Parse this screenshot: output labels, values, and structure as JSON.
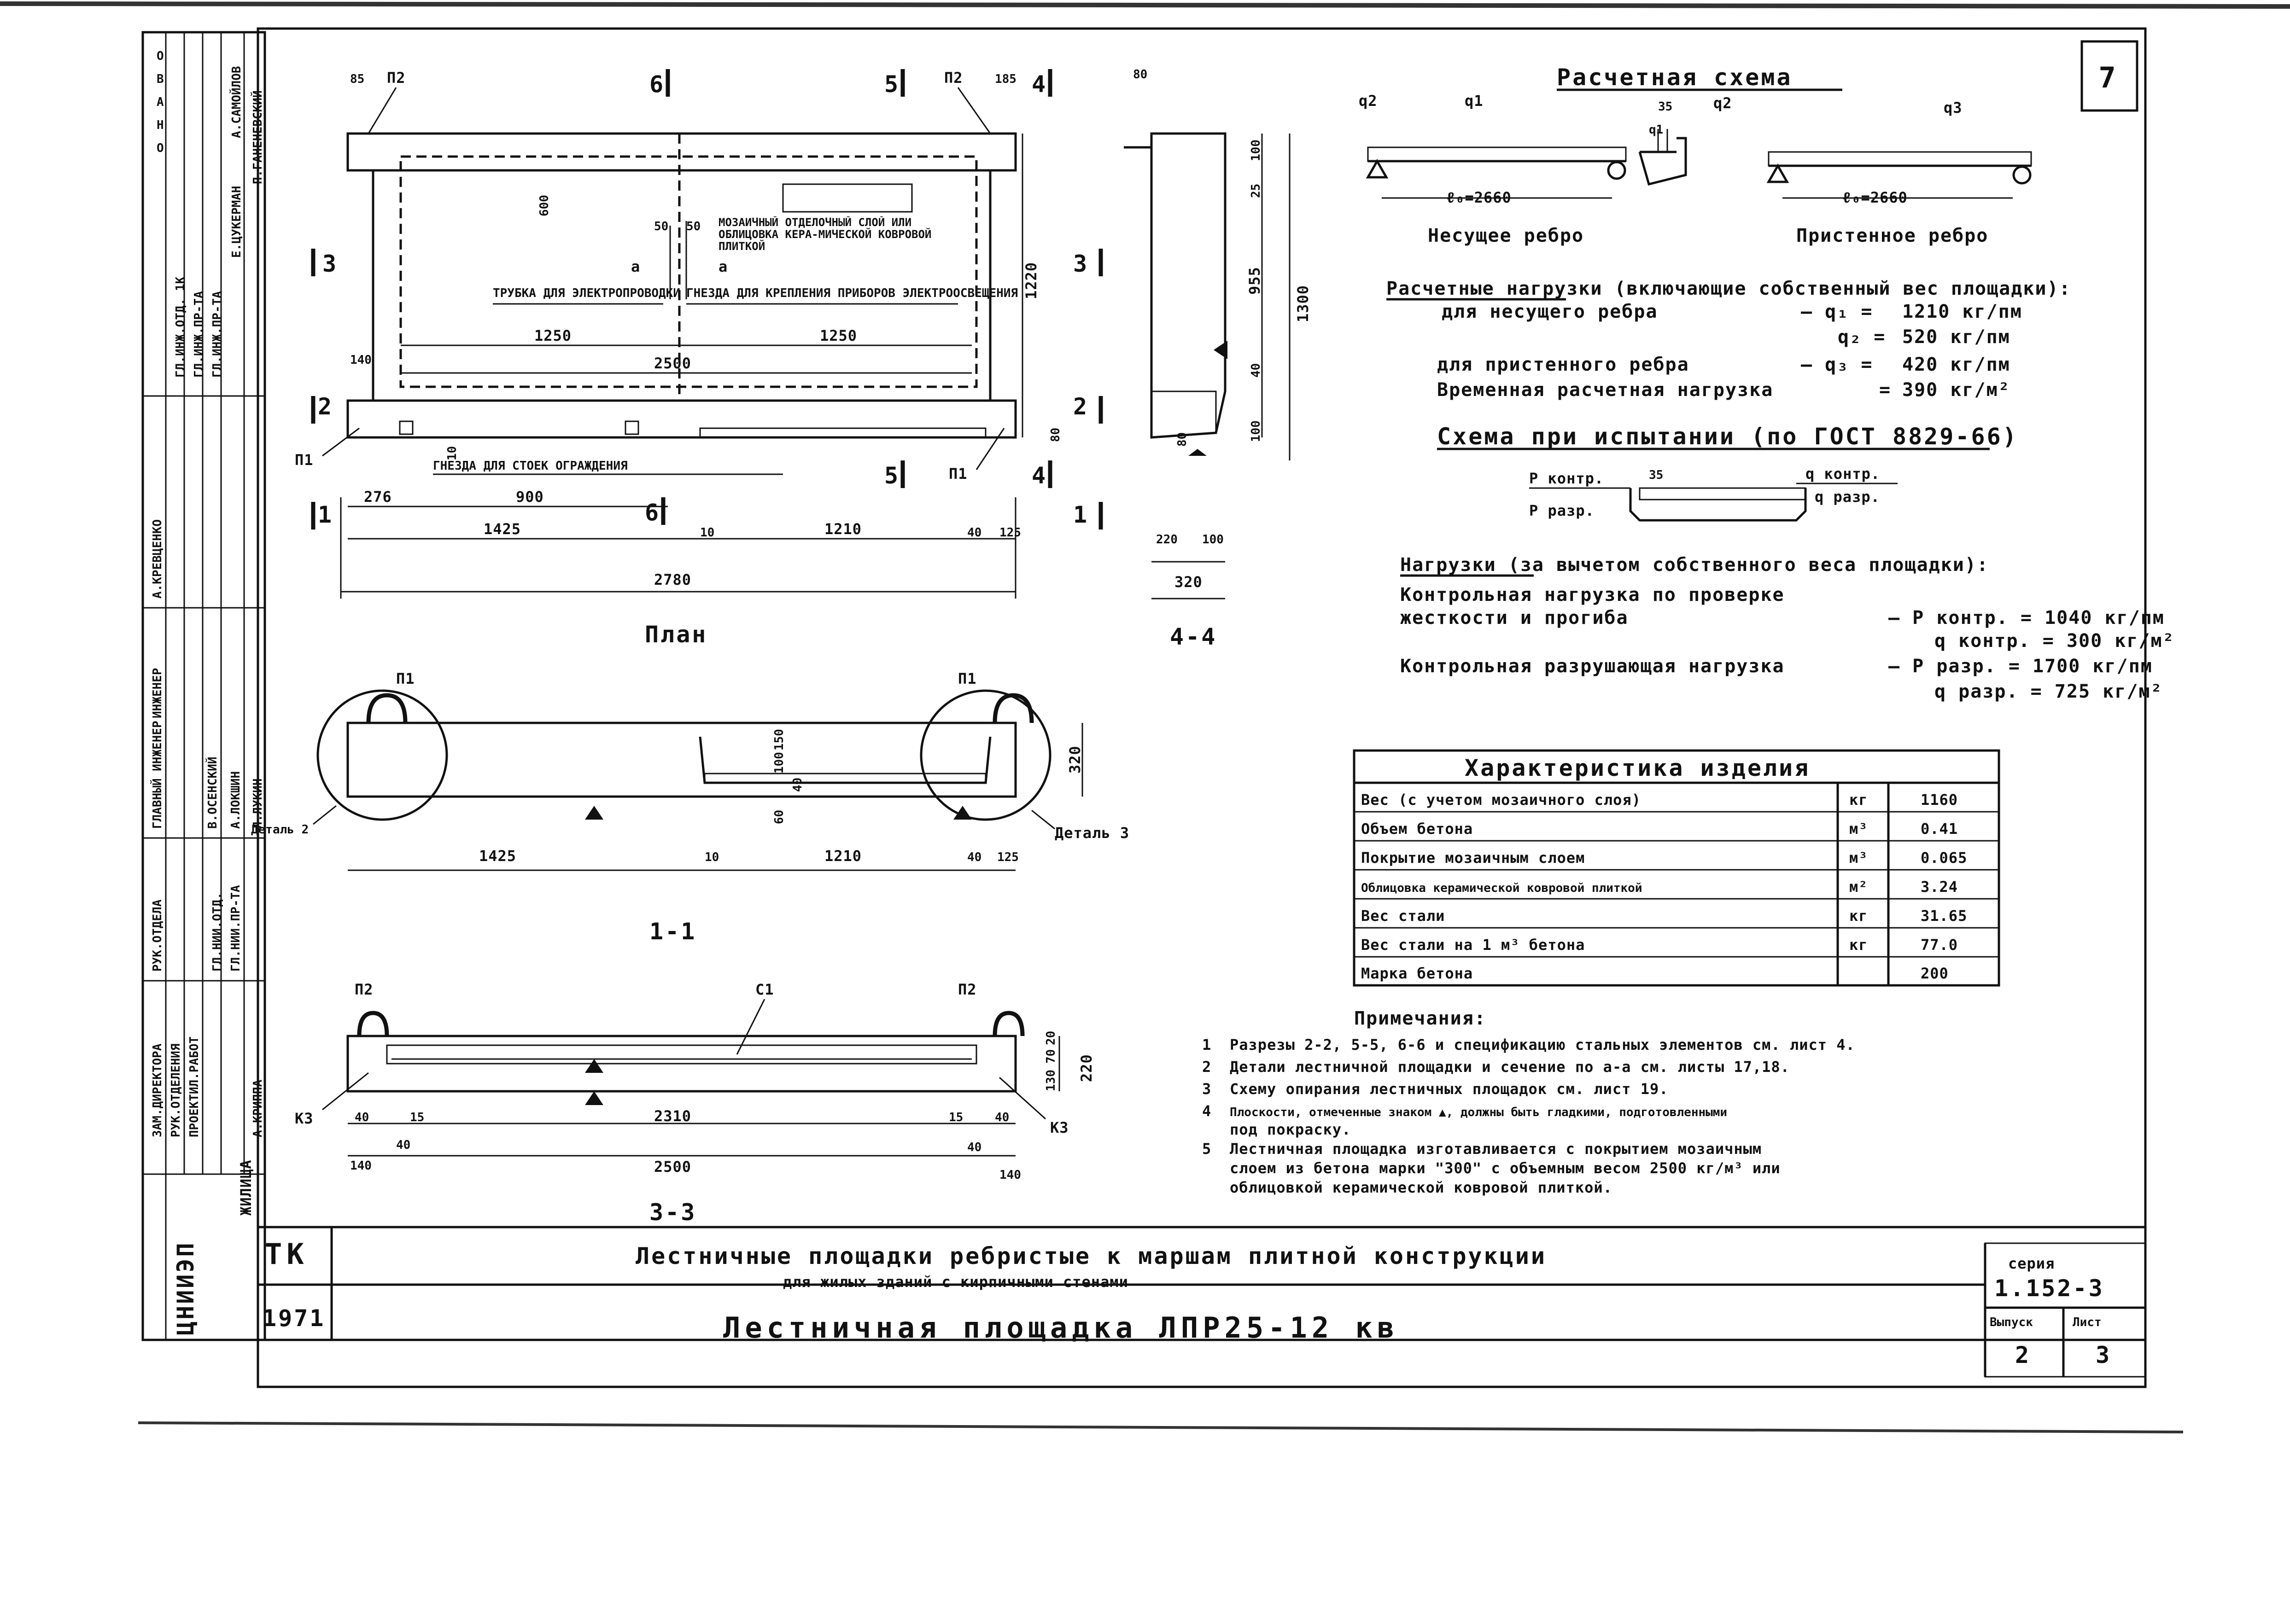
{
  "sheet_number": "7",
  "stamp": {
    "org": "ЦНИИЭП",
    "org_sub": "ЖИЛИЩА",
    "roles": [
      "ЗАМ.ДИРЕКТОРА",
      "РУК.ОТДЕЛЕНИЯ",
      "ПРОЕКТИЛ.РАБОТ",
      "РУК.ОТДЕЛА",
      "ГЛАВНЫЙ ИНЖЕНЕР",
      "ИНЖЕНЕР"
    ],
    "people": [
      "А.САМОЙЛОВ",
      "Е.ЦУКЕРМАН",
      "П.ГАНЕНЕВСКИЙ",
      "А.КРЕВЦЕНКО",
      "В.ОСЕНСКИЙ",
      "А.ЛОКШИН",
      "Л.ЛУКИН",
      "А.КРИППА"
    ],
    "headers": [
      "О",
      "В",
      "А",
      "Н",
      "О"
    ],
    "code_list": [
      "ГЛ.ИНЖ.ОТД. 1К",
      "ГЛ.ИНЖ.ПР-ТА",
      "ГЛ.ИНЖ.ПР-ТА",
      "ГЛ.НИИ.ОТД.",
      "ГЛ.НИИ.ПР-ТА"
    ]
  },
  "plan": {
    "caption": "План",
    "cut_labels": [
      "6",
      "5",
      "4",
      "3",
      "3",
      "2",
      "2",
      "1",
      "1",
      "5",
      "6",
      "4"
    ],
    "item_labels": [
      "П2",
      "П2",
      "П1",
      "П1"
    ],
    "labels": {
      "tube": "ТРУБКА ДЛЯ ЭЛЕКТРОПРОВОДКИ",
      "sockets": "ГНЕЗДА ДЛЯ КРЕПЛЕНИЯ ПРИБОРОВ ЭЛЕКТРООСВЕЩЕНИЯ",
      "mosaic": "МОЗАИЧНЫЙ ОТДЕЛОЧНЫЙ СЛОЙ ИЛИ ОБЛИЦОВКА КЕРА-МИЧЕСКОЙ КОВРОВОЙ ПЛИТКОЙ",
      "railing": "ГНЕЗДА ДЛЯ СТОЕК ОГРАЖДЕНИЯ",
      "section_a": "а",
      "section_a2": "а"
    },
    "dims": [
      "85",
      "185",
      "600",
      "1250",
      "1250",
      "2500",
      "140",
      "50",
      "50",
      "1220",
      "80",
      "10",
      "276",
      "900",
      "1425",
      "10",
      "1210",
      "40",
      "125",
      "2780"
    ]
  },
  "section_44": {
    "caption": "4-4",
    "dims": [
      "80",
      "100",
      "25",
      "955",
      "40",
      "100",
      "1300",
      "220",
      "100",
      "320",
      "80"
    ]
  },
  "section_11": {
    "caption": "1-1",
    "item_labels": [
      "П1",
      "П1"
    ],
    "detail_labels": [
      "Деталь 2",
      "Деталь 3"
    ],
    "dims": [
      "1425",
      "10",
      "1210",
      "40",
      "125",
      "320",
      "60",
      "40",
      "100",
      "150"
    ]
  },
  "section_33": {
    "caption": "3-3",
    "item_labels": [
      "П2",
      "С1",
      "П2",
      "К3",
      "К3"
    ],
    "dims": [
      "40",
      "15",
      "40",
      "2310",
      "15",
      "40",
      "140",
      "2500",
      "40",
      "140",
      "20",
      "70",
      "130",
      "220"
    ]
  },
  "calc_scheme": {
    "title": "Расчетная схема",
    "left_caption": "Несущее ребро",
    "right_caption": "Пристенное ребро",
    "span_left": "ℓ₀=2660",
    "span_right": "ℓ₀=2660",
    "load_labels": [
      "q2",
      "q1",
      "35",
      "q2",
      "q1",
      "q3"
    ]
  },
  "loads": {
    "header": "Расчетные нагрузки (включающие собственный вес площадки):",
    "rows": [
      {
        "label": "для несущего ребра",
        "sym": "— q₁ =",
        "value": "1210 кг/пм"
      },
      {
        "label": "",
        "sym": "q₂ =",
        "value": "520 кг/пм"
      },
      {
        "label": "для пристенного ребра",
        "sym": "— q₃ =",
        "value": "420 кг/пм"
      },
      {
        "label": "Временная расчетная нагрузка",
        "sym": "=",
        "value": "390 кг/м²"
      }
    ]
  },
  "test_scheme": {
    "title": "Схема при испытании (по ГОСТ 8829-66)",
    "labels": [
      "P контр.",
      "P разр.",
      "35",
      "q контр.",
      "q разр."
    ]
  },
  "test_loads": {
    "header": "Нагрузки (за вычетом собственного веса площадки):",
    "control_label_1": "Контрольная нагрузка по проверке",
    "control_label_2": "жесткости и прогиба",
    "control_vals": [
      "— P контр. = 1040 кг/пм",
      "q контр. = 300 кг/м²"
    ],
    "break_label": "Контрольная разрушающая нагрузка",
    "break_vals": [
      "— P разр. = 1700 кг/пм",
      "q разр. = 725 кг/м²"
    ]
  },
  "characteristics": {
    "title": "Характеристика      изделия",
    "rows": [
      {
        "name": "Вес (с учетом мозаичного слоя)",
        "unit": "кг",
        "value": "1160"
      },
      {
        "name": "Объем бетона",
        "unit": "м³",
        "value": "0.41"
      },
      {
        "name": "Покрытие мозаичным слоем",
        "unit": "м³",
        "value": "0.065"
      },
      {
        "name": "Облицовка керамической ковровой плиткой",
        "unit": "м²",
        "value": "3.24"
      },
      {
        "name": "Вес стали",
        "unit": "кг",
        "value": "31.65"
      },
      {
        "name": "Вес стали на 1 м³ бетона",
        "unit": "кг",
        "value": "77.0"
      },
      {
        "name": "Марка бетона",
        "unit": "",
        "value": "200"
      }
    ]
  },
  "notes": {
    "title": "Примечания:",
    "items": [
      {
        "n": "1",
        "text": "Разрезы 2-2, 5-5, 6-6 и спецификацию стальных элементов см. лист 4."
      },
      {
        "n": "2",
        "text": "Детали лестничной площадки и сечение по а-а см. листы 17,18."
      },
      {
        "n": "3",
        "text": "Схему опирания лестничных площадок см. лист 19."
      },
      {
        "n": "4",
        "text": "Плоскости, отмеченные знаком ▲, должны быть гладкими, подготовленными"
      },
      {
        "n": "",
        "text": "под покраску."
      },
      {
        "n": "5",
        "text": "Лестничная площадка изготавливается с покрытием мозаичным"
      },
      {
        "n": "",
        "text": "слоем из бетона марки \"300\" с объемным весом 2500 кг/м³ или"
      },
      {
        "n": "",
        "text": "облицовкой керамической ковровой плиткой."
      }
    ]
  },
  "title_block": {
    "org_code": "ТК",
    "year": "1971",
    "title_line1": "Лестничные площадки ребристые к маршам плитной конструкции",
    "title_line2": "для жилых зданий с кирпичными стенами",
    "title_line3": "Лестничная площадка ЛПР25-12 кв",
    "series_label": "серия",
    "series_value": "1.152-3",
    "issue_label": "Выпуск",
    "issue_value": "2",
    "sheet_label": "Лист",
    "sheet_value": "3"
  }
}
